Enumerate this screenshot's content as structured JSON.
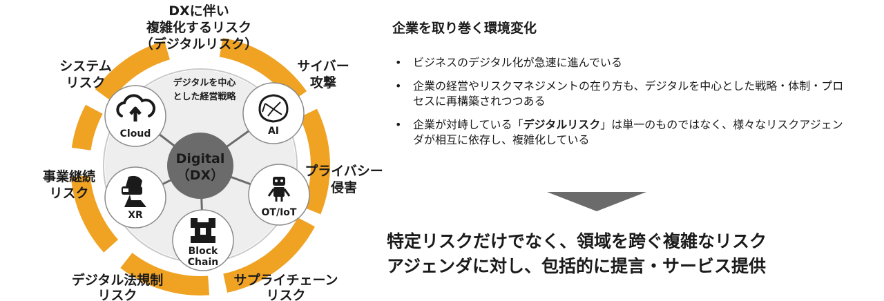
{
  "diagram": {
    "center": {
      "line1": "Digital",
      "line2": "（DX）"
    },
    "inner_caption": {
      "line1": "デジタルを中心",
      "line2": "とした経営戦略"
    },
    "hubs": [
      {
        "label": "Cloud",
        "icon": "cloud-upload-icon"
      },
      {
        "label": "AI",
        "icon": "brain-network-icon"
      },
      {
        "label": "OT/IoT",
        "icon": "robot-icon"
      },
      {
        "label": "Block\nChain",
        "icon": "blockchain-icon"
      },
      {
        "label": "XR",
        "icon": "vr-headset-icon"
      }
    ],
    "ring_labels": [
      {
        "key": "dx",
        "text": "DXに伴い\n複雑化するリスク\n（デジタルリスク）"
      },
      {
        "key": "cyber",
        "text": "サイバー\n攻撃"
      },
      {
        "key": "privacy",
        "text": "プライバシー\n侵害"
      },
      {
        "key": "supply",
        "text": "サプライチェーン\nリスク"
      },
      {
        "key": "law",
        "text": "デジタル法規制\nリスク"
      },
      {
        "key": "bcp",
        "text": "事業継続\nリスク"
      },
      {
        "key": "system",
        "text": "システム\nリスク"
      }
    ],
    "colors": {
      "ring": "#f0a223",
      "center": "#6b6b6b",
      "hub_border": "#8a8a8a",
      "band": "#eeeeee"
    }
  },
  "panel": {
    "title": "企業を取り巻く環境変化",
    "bullet_symbol": "•",
    "bullets": [
      {
        "text": "ビジネスのデジタル化が急速に進んでいる"
      },
      {
        "text": "企業の経営やリスクマネジメントの在り方も、デジタルを中心とした戦略・体制・プロセスに再構築されつつある"
      },
      {
        "pre": "企業が対峙している「",
        "strong": "デジタルリスク",
        "post": "」は単一のものではなく、様々なリスクアジェンダが相互に依存し、複雑化している"
      }
    ],
    "conclusion": {
      "line1": "特定リスクだけでなく、領域を跨ぐ複雑なリスク",
      "line2": "アジェンダに対し、包括的に提言・サービス提供"
    }
  }
}
